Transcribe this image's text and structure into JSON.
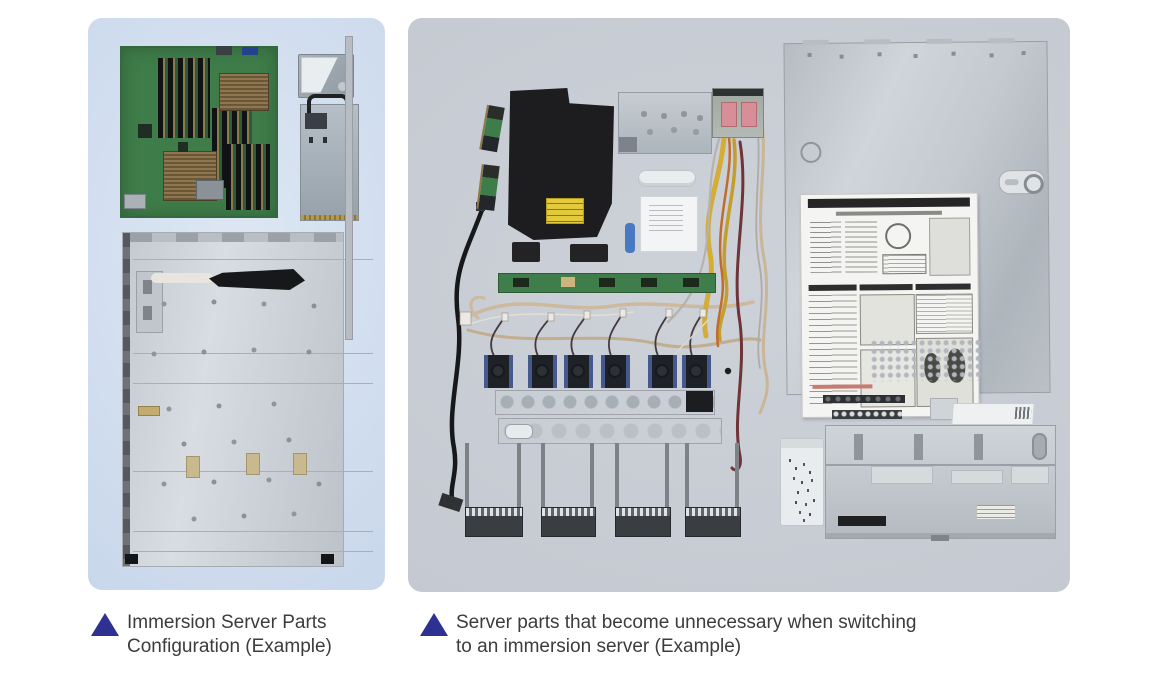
{
  "colors": {
    "accent_triangle": "#2e3192",
    "caption_text": "#3c3c3c",
    "left_panel_bg": "#cfdcee",
    "right_panel_bg": "#c6cad2",
    "page_bg": "#ffffff"
  },
  "panels": {
    "left": {
      "name": "Immersion server parts configuration photo",
      "parts": [
        "motherboard",
        "ssd",
        "power-supply",
        "server-chassis"
      ]
    },
    "right": {
      "name": "Unnecessary server parts photo",
      "parts": [
        "pcie-riser-cards",
        "signal-cable",
        "air-shroud",
        "foam-pads",
        "drive-cage-bracket",
        "plastic-handle",
        "document-sheet",
        "blue-tool",
        "power-distribution-board",
        "power-cable-bundle",
        "backplane-board",
        "ribbon-cables",
        "cooling-fans",
        "fan-cage-strips",
        "drive-tray-blanks",
        "top-cover",
        "service-label",
        "led-light-pipes",
        "latch-bracket",
        "screw-bag",
        "front-panel-assembly"
      ]
    }
  },
  "captions": {
    "left": {
      "line1": "Immersion Server Parts",
      "line2": "Configuration (Example)"
    },
    "right": {
      "line1": "Server parts that become unnecessary when switching",
      "line2": "to an immersion server (Example)"
    }
  }
}
